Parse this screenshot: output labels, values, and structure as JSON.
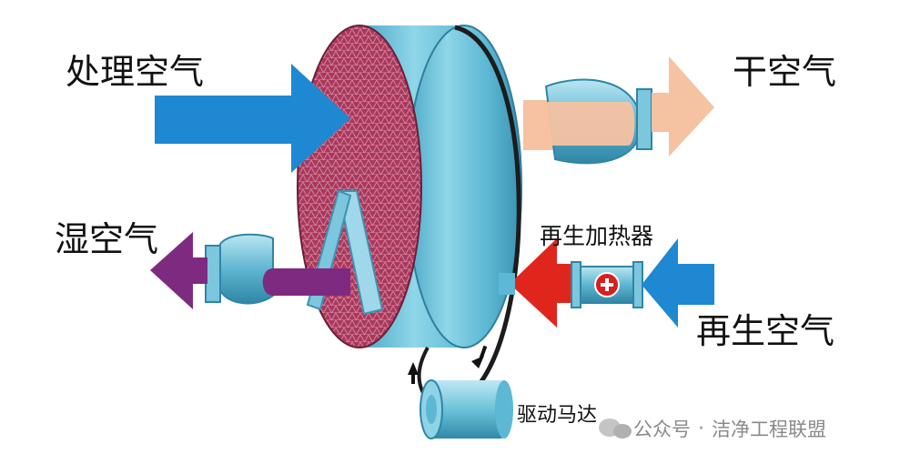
{
  "labels": {
    "process_air": "处理空气",
    "dry_air": "干空气",
    "wet_air": "湿空气",
    "regen_heater": "再生加热器",
    "regen_air": "再生空气",
    "drive_motor": "驱动马达"
  },
  "watermark": {
    "source": "公众号",
    "separator": "·",
    "name": "洁净工程联盟"
  },
  "colors": {
    "process_arrow": "#1e88d2",
    "dry_arrow": "#f5c2a2",
    "wet_arrow": "#7e2a80",
    "regen_hot_arrow": "#e0261c",
    "regen_cool_arrow": "#1e88d2",
    "rotor_face": "#a8385c",
    "rotor_rim": "#6ec4dc",
    "belt": "#222222"
  },
  "icons": {
    "heater": "plus-icon",
    "motor": "motor-cylinder"
  }
}
